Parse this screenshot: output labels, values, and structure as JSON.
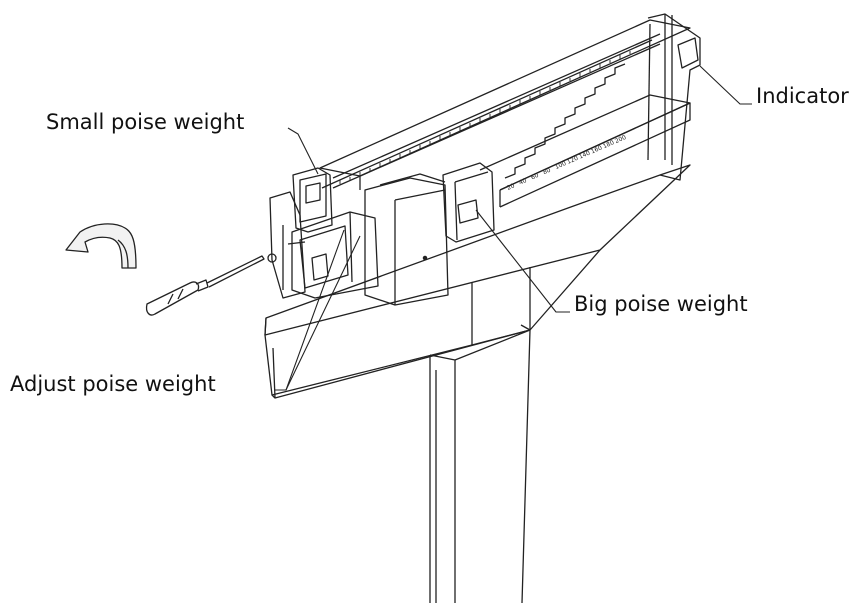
{
  "labels": {
    "small_poise_weight": "Small poise weight",
    "indicator": "Indicator",
    "big_poise_weight": "Big poise weight",
    "adjust_poise_weight": "Adjust poise weight"
  },
  "beam_scale_numbers": [
    "20",
    "40",
    "60",
    "80",
    "100",
    "120",
    "140",
    "160",
    "180",
    "200"
  ],
  "icons": {
    "rotation": "counterclockwise-arrow-icon",
    "tool": "screwdriver-icon"
  }
}
